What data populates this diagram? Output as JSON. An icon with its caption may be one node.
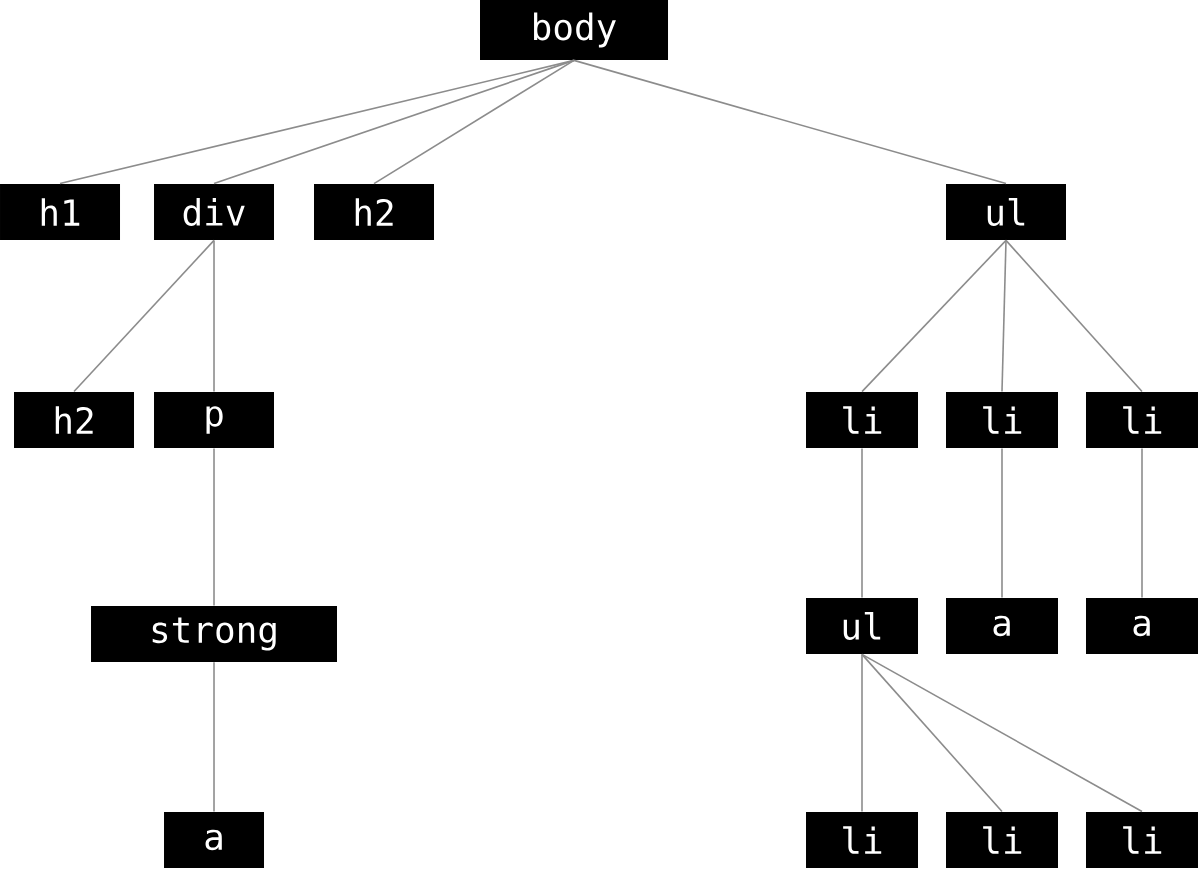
{
  "diagram": {
    "nodes": [
      {
        "text": [
          "body"
        ]
      },
      {
        "text": [
          "h1"
        ]
      },
      {
        "text": [
          "div"
        ]
      },
      {
        "text": [
          "h2"
        ]
      },
      {
        "text": [
          "ul"
        ]
      },
      {
        "text": [
          "h2"
        ]
      },
      {
        "text": [
          "p"
        ]
      },
      {
        "text": [
          "li"
        ]
      },
      {
        "text": [
          "li"
        ]
      },
      {
        "text": [
          "li"
        ]
      },
      {
        "text": [
          "strong"
        ]
      },
      {
        "text": [
          "ul"
        ]
      },
      {
        "text": [
          "a"
        ]
      },
      {
        "text": [
          "a"
        ]
      },
      {
        "text": [
          "a"
        ]
      },
      {
        "text": [
          "li"
        ]
      },
      {
        "text": [
          "li"
        ]
      },
      {
        "text": [
          "li"
        ]
      }
    ],
    "edges": [
      {
        "from": 0,
        "to": 1,
        "arrow": "none"
      },
      {
        "from": 0,
        "to": 2,
        "arrow": "none"
      },
      {
        "from": 0,
        "to": 3,
        "arrow": "none"
      },
      {
        "from": 0,
        "to": 4,
        "arrow": "none"
      },
      {
        "from": 2,
        "to": 5,
        "arrow": "none"
      },
      {
        "from": 2,
        "to": 6,
        "arrow": "none"
      },
      {
        "from": 4,
        "to": 7,
        "arrow": "none"
      },
      {
        "from": 4,
        "to": 8,
        "arrow": "none"
      },
      {
        "from": 4,
        "to": 9,
        "arrow": "none"
      },
      {
        "from": 6,
        "to": 10,
        "arrow": "none"
      },
      {
        "from": 7,
        "to": 11,
        "arrow": "none"
      },
      {
        "from": 8,
        "to": 12,
        "arrow": "none"
      },
      {
        "from": 9,
        "to": 13,
        "arrow": "none"
      },
      {
        "from": 10,
        "to": 14,
        "arrow": "none"
      },
      {
        "from": 11,
        "to": 15,
        "arrow": "none"
      },
      {
        "from": 11,
        "to": 16,
        "arrow": "none"
      },
      {
        "from": 11,
        "to": 17,
        "arrow": "none"
      }
    ]
  }
}
